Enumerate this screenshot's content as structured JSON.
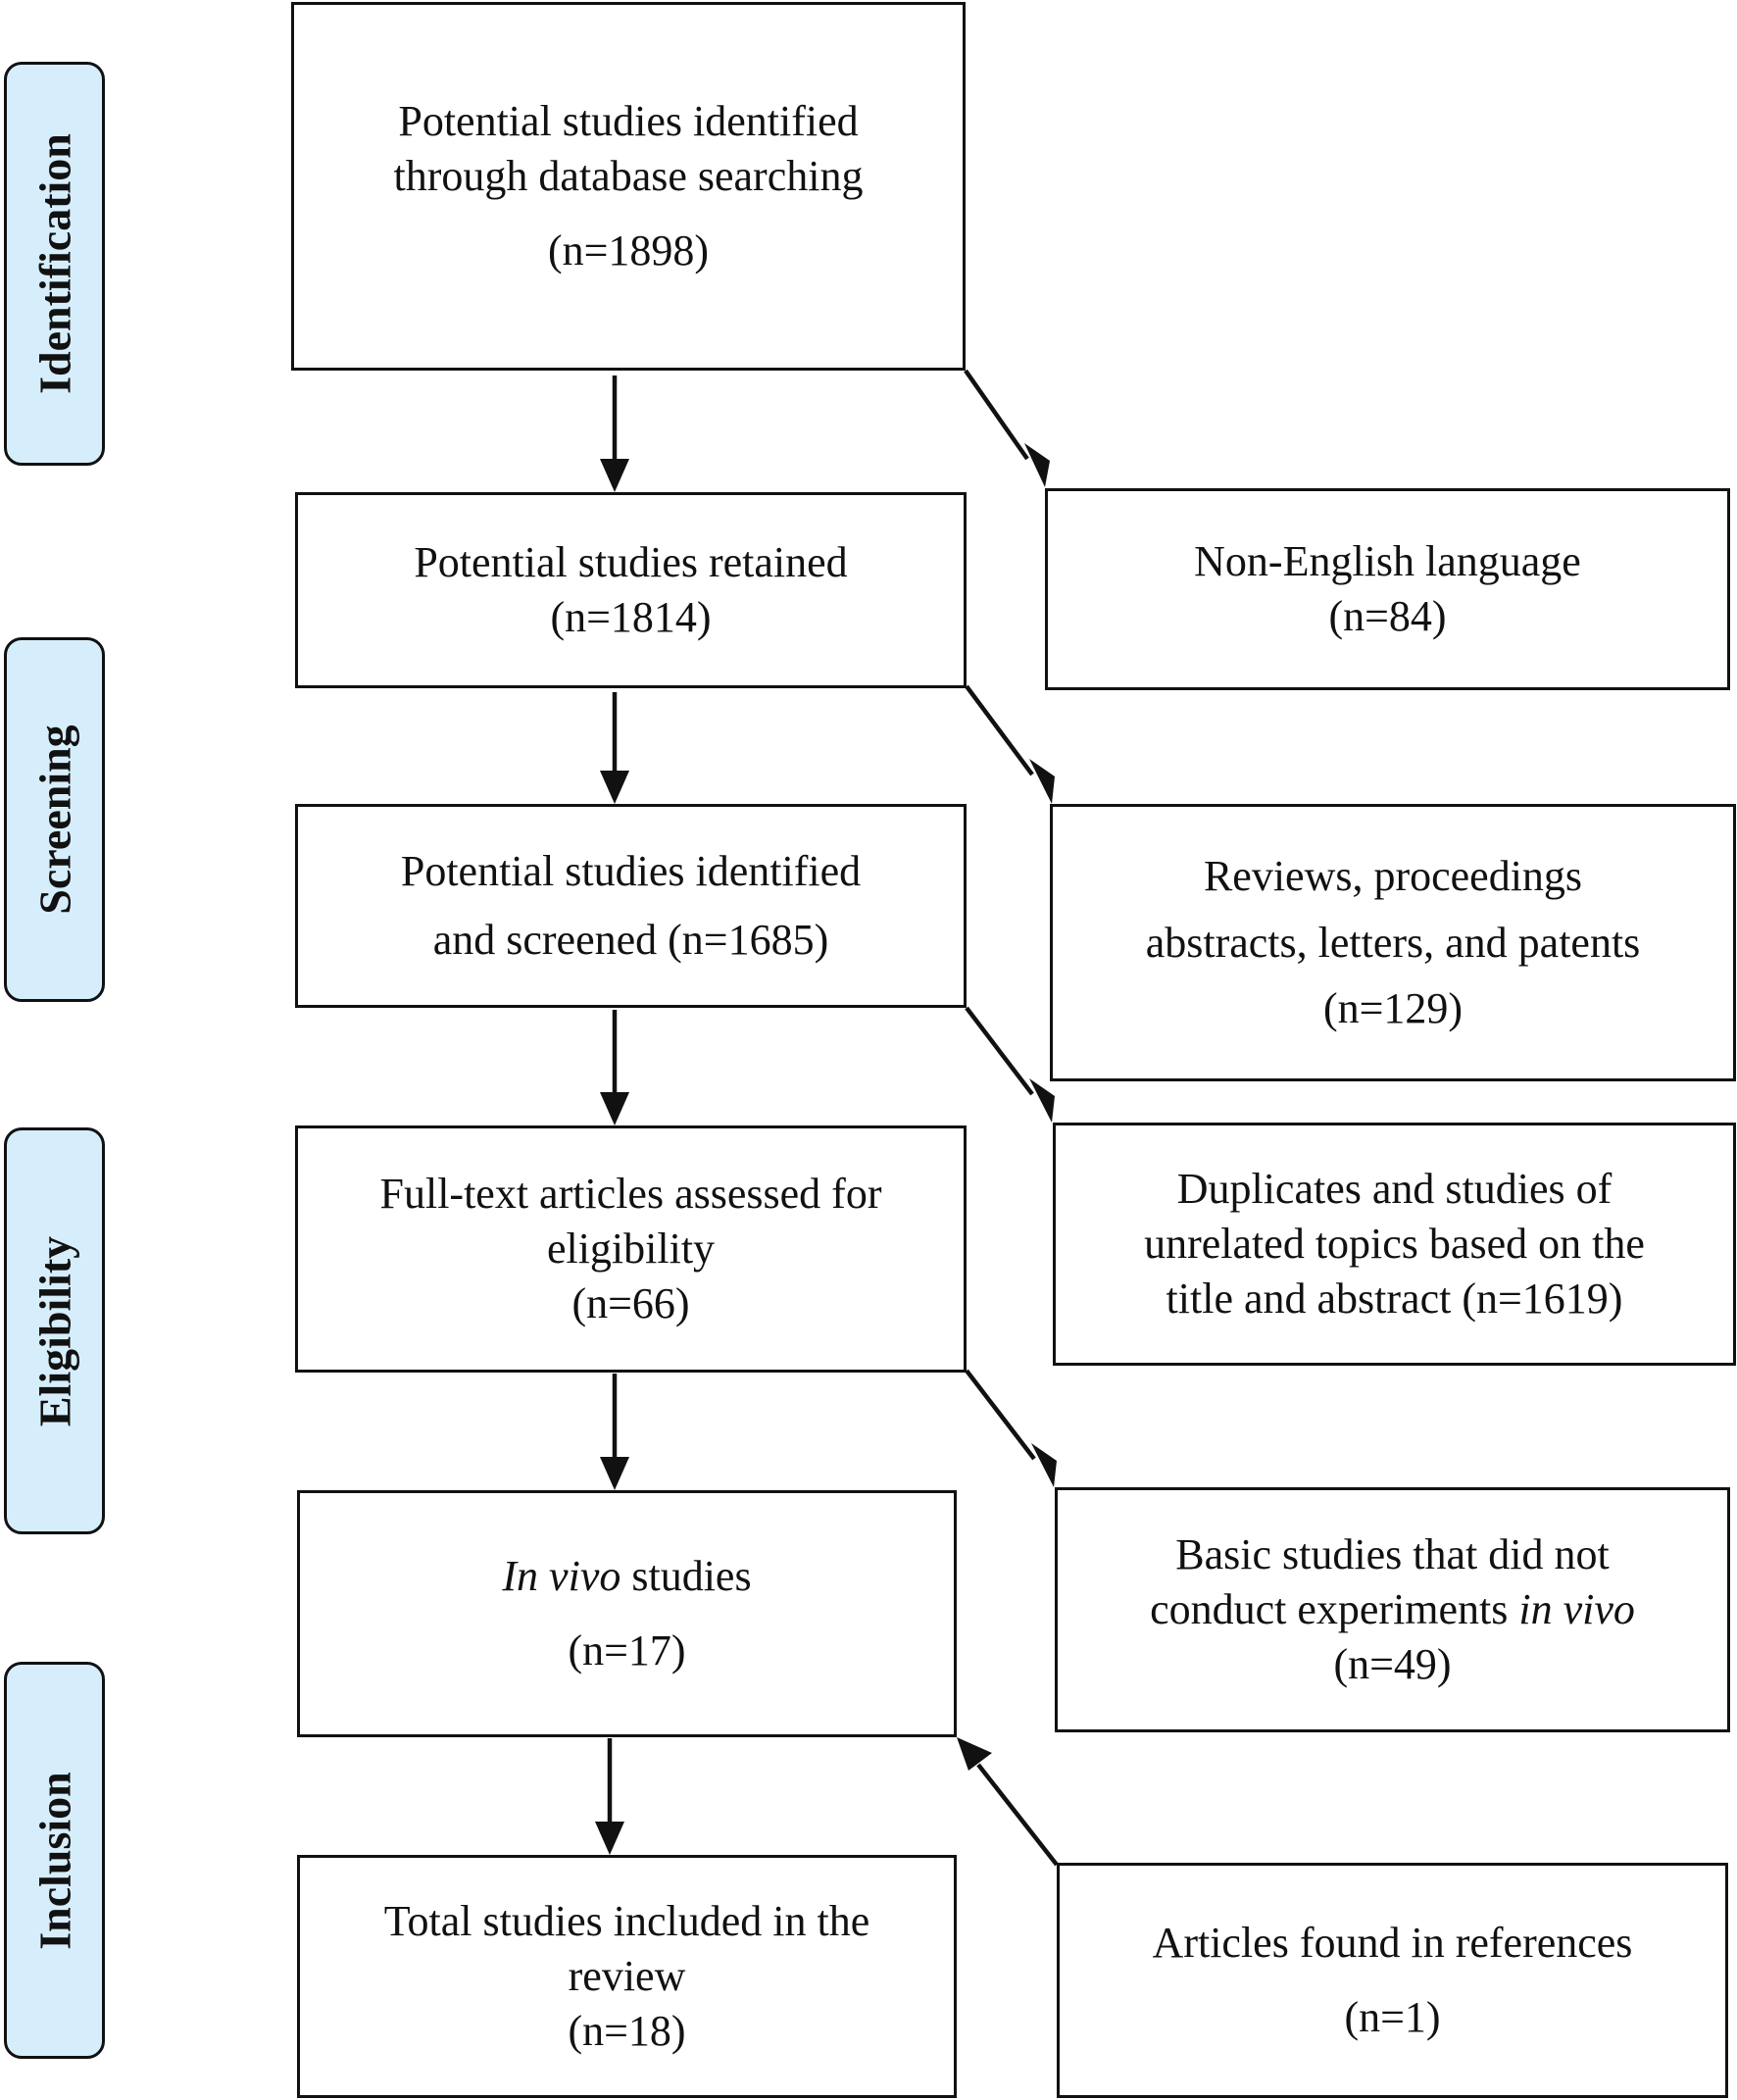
{
  "phases": {
    "identification": "Identification",
    "screening": "Screening",
    "eligibility": "Eligibility",
    "inclusion": "Inclusion"
  },
  "boxes": {
    "identified": {
      "line1": "Potential studies identified",
      "line2": "through database searching",
      "count": "(n=1898)"
    },
    "retained": {
      "line1": "Potential studies retained",
      "count": "(n=1814)"
    },
    "non_english": {
      "line1": "Non-English language",
      "count": "(n=84)"
    },
    "screened": {
      "line1": "Potential studies identified",
      "line2": "and screened (n=1685)"
    },
    "reviews": {
      "line1": "Reviews, proceedings",
      "line2": "abstracts, letters, and patents",
      "count": "(n=129)"
    },
    "fulltext": {
      "line1": "Full-text articles assessed for",
      "line2": "eligibility",
      "count": "(n=66)"
    },
    "duplicates": {
      "line1": "Duplicates and studies of",
      "line2": "unrelated topics based on the",
      "line3": "title and abstract (n=1619)"
    },
    "in_vivo": {
      "line1_italic": "In vivo",
      "line1_rest": " studies",
      "count": "(n=17)"
    },
    "basic": {
      "line1": "Basic studies that did not",
      "line2_prefix": "conduct experiments ",
      "line2_italic": "in vivo",
      "count": "(n=49)"
    },
    "total": {
      "line1": "Total studies included in the",
      "line2": "review",
      "count": "(n=18)"
    },
    "references": {
      "line1": "Articles found in references",
      "count": "(n=1)"
    }
  }
}
